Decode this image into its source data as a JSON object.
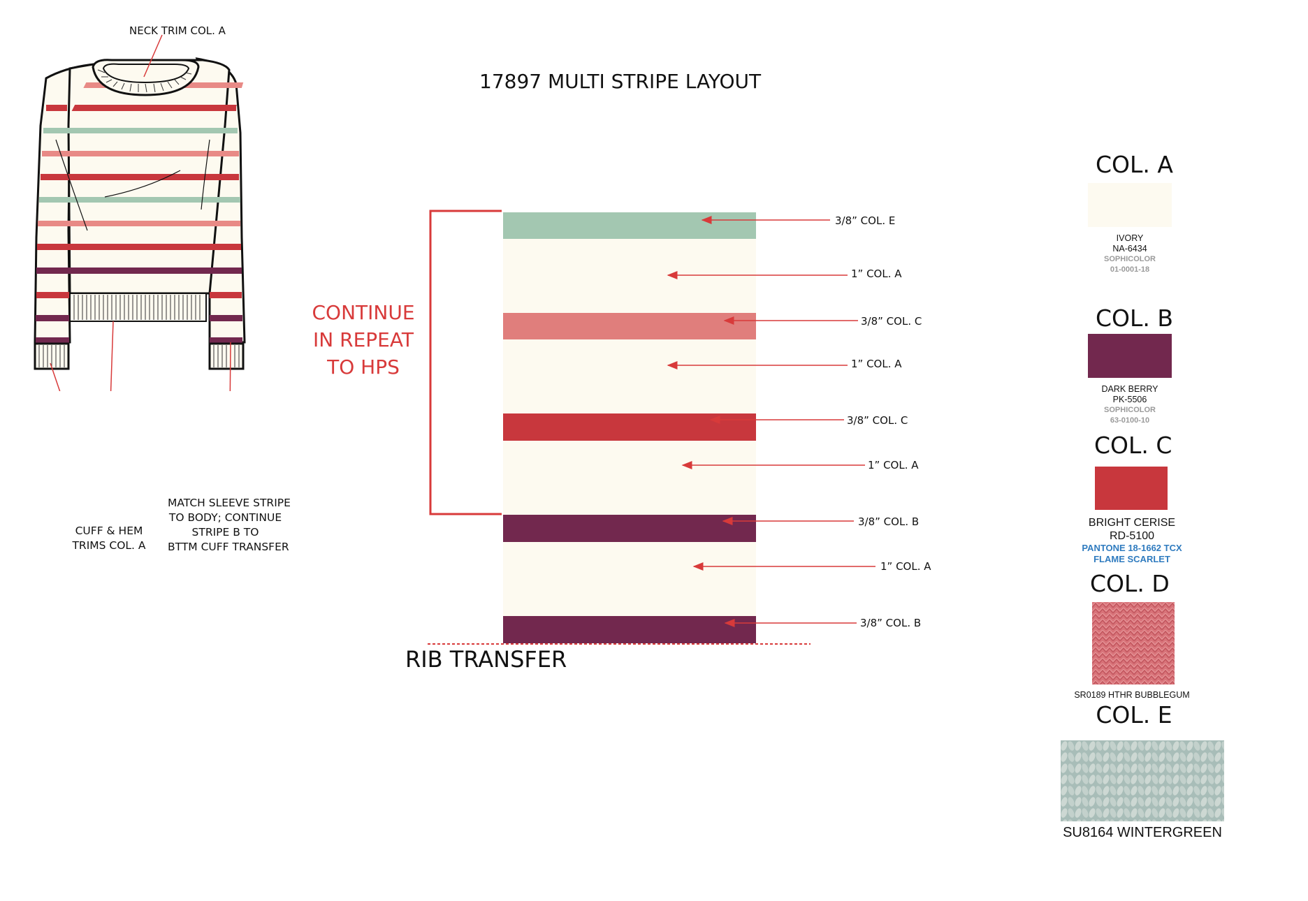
{
  "title": "17897 MULTI STRIPE LAYOUT",
  "sketch_notes": {
    "neck_trim": "NECK TRIM COL. A",
    "cuff_hem": [
      "CUFF & HEM",
      "TRIMS COL. A"
    ],
    "sleeve_match": [
      "MATCH SLEEVE STRIPE",
      "TO BODY; CONTINUE",
      "STRIPE B TO",
      "BTTM CUFF TRANSFER"
    ]
  },
  "repeat_note": [
    "CONTINUE",
    "IN REPEAT",
    "TO HPS"
  ],
  "rib_transfer": "RIB TRANSFER",
  "stripes": [
    {
      "label": "3/8” COL. E",
      "color": "#a3c7b1"
    },
    {
      "label": "1” COL. A",
      "color": "#fdfaf0"
    },
    {
      "label": "3/8” COL. C",
      "color": "#e07e7c"
    },
    {
      "label": "1” COL. A",
      "color": "#fdfaf0"
    },
    {
      "label": "3/8” COL. C",
      "color": "#c8373d"
    },
    {
      "label": "1” COL. A",
      "color": "#fdfaf0"
    },
    {
      "label": "3/8” COL. B",
      "color": "#72284e"
    },
    {
      "label": "1” COL. A",
      "color": "#fdfaf0"
    },
    {
      "label": "3/8” COL. B",
      "color": "#72284e"
    }
  ],
  "colors": {
    "annotation_red": "#d83a3a",
    "ivory": "#fdfaf0",
    "dark_berry": "#72284e",
    "bright_cerise": "#c8373d",
    "bubblegum": "#d9747a",
    "wintergreen": "#a8bdb8",
    "pink_light": "#e88a86",
    "mint": "#a3c7b1"
  },
  "palette": {
    "a": {
      "head": "COL. A",
      "name": "IVORY",
      "code": "NA-6434",
      "ref1": "SOPHICOLOR",
      "ref2": "01-0001-18"
    },
    "b": {
      "head": "COL. B",
      "name": "DARK BERRY",
      "code": "PK-5506",
      "ref1": "SOPHICOLOR",
      "ref2": "63-0100-10"
    },
    "c": {
      "head": "COL. C",
      "name": "BRIGHT CERISE",
      "code": "RD-5100",
      "ref1": "PANTONE 18-1662 TCX",
      "ref2": "FLAME SCARLET"
    },
    "d": {
      "head": "COL. D",
      "name": "SR0189 HTHR BUBBLEGUM"
    },
    "e": {
      "head": "COL. E",
      "name": "SU8164 WINTERGREEN"
    }
  }
}
